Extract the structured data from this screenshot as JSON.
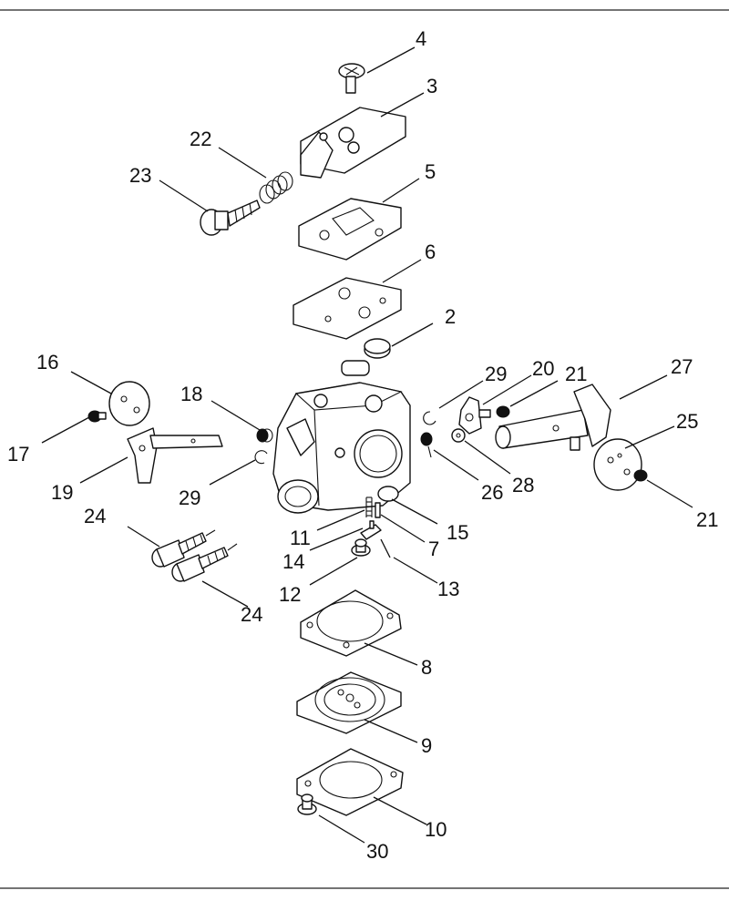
{
  "callouts": {
    "c2": "2",
    "c3": "3",
    "c4": "4",
    "c5": "5",
    "c6": "6",
    "c7": "7",
    "c8": "8",
    "c9": "9",
    "c10": "10",
    "c11": "11",
    "c12": "12",
    "c13": "13",
    "c14": "14",
    "c15": "15",
    "c16": "16",
    "c17": "17",
    "c18": "18",
    "c19": "19",
    "c20": "20",
    "c21a": "21",
    "c21b": "21",
    "c22": "22",
    "c23": "23",
    "c24a": "24",
    "c24b": "24",
    "c25": "25",
    "c26": "26",
    "c27": "27",
    "c28": "28",
    "c29a": "29",
    "c29b": "29",
    "c30": "30"
  }
}
